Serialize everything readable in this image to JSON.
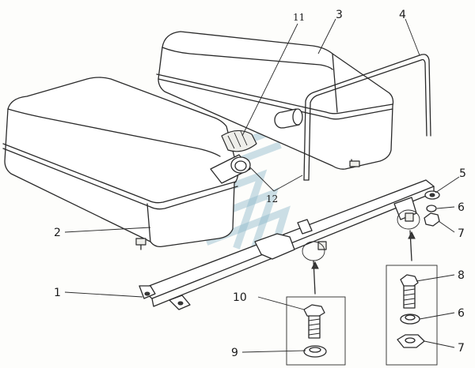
{
  "callouts": [
    {
      "id": "1",
      "text": "1"
    },
    {
      "id": "2",
      "text": "2"
    },
    {
      "id": "3",
      "text": "3"
    },
    {
      "id": "4",
      "text": "4"
    },
    {
      "id": "5",
      "text": "5"
    },
    {
      "id": "6a",
      "text": "6"
    },
    {
      "id": "7a",
      "text": "7"
    },
    {
      "id": "8",
      "text": "8"
    },
    {
      "id": "6b",
      "text": "6"
    },
    {
      "id": "7b",
      "text": "7"
    },
    {
      "id": "10",
      "text": "10"
    },
    {
      "id": "9",
      "text": "9"
    },
    {
      "id": "11",
      "text": "11"
    },
    {
      "id": "12",
      "text": "12"
    }
  ]
}
